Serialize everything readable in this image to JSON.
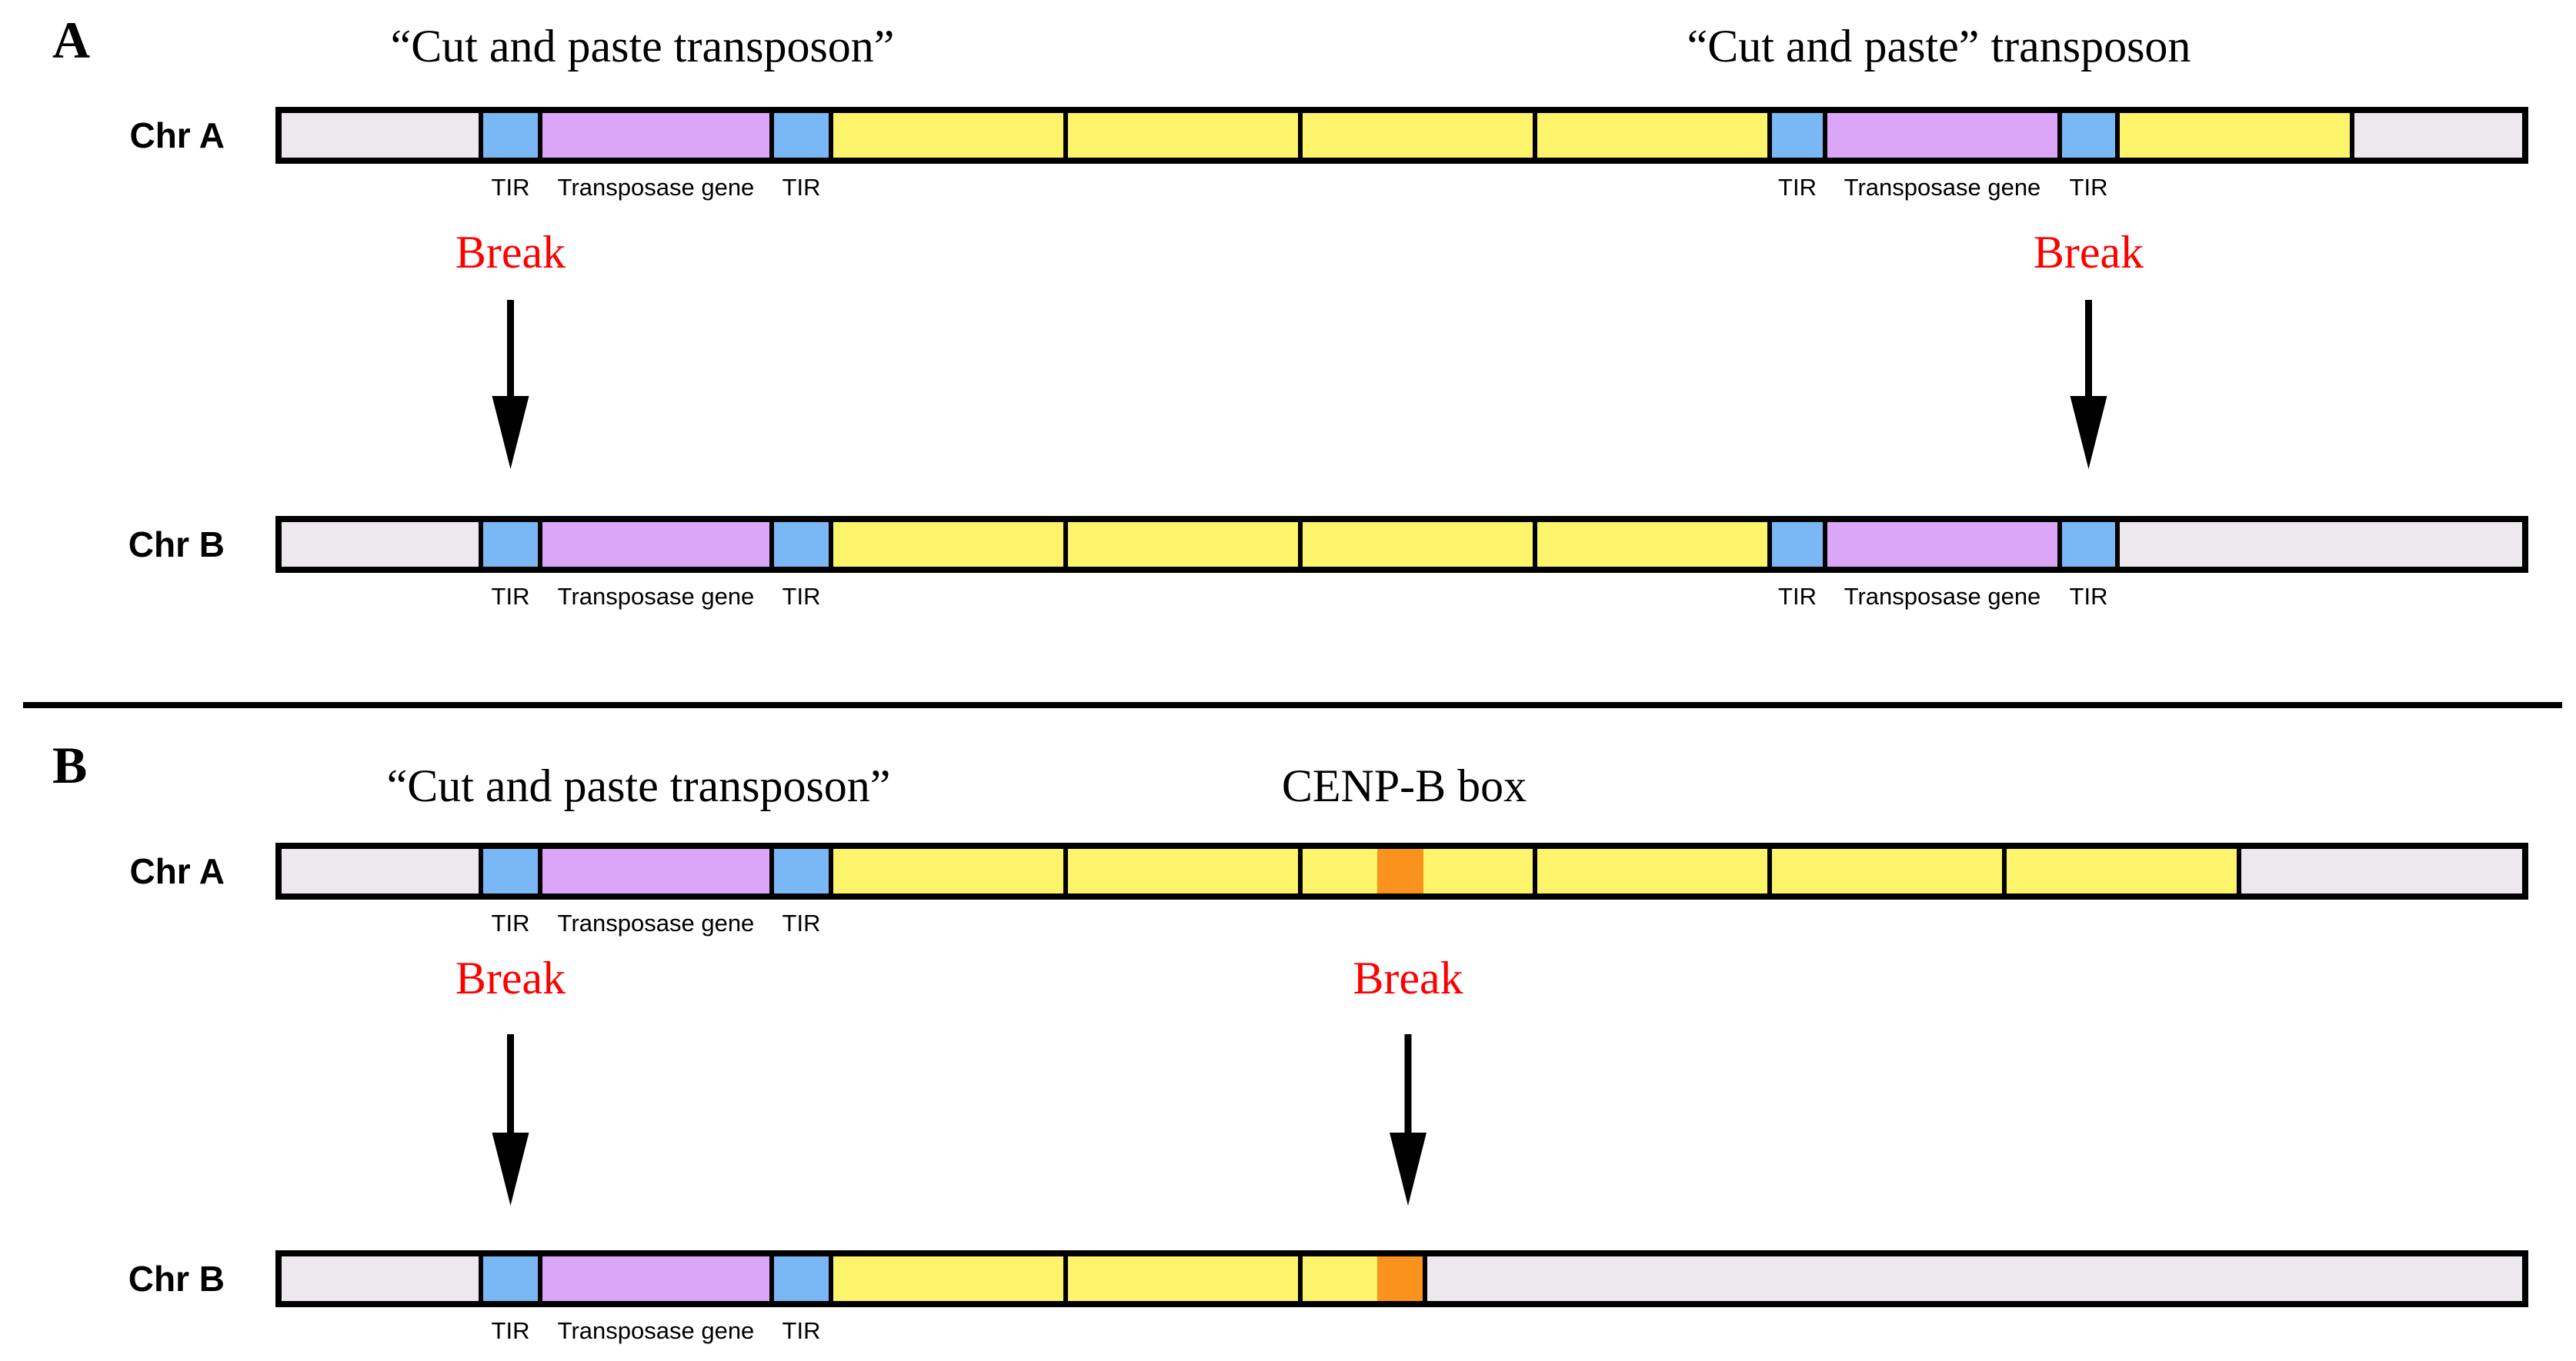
{
  "colors": {
    "flank": "#ede8ee",
    "tir": "#7ab8f5",
    "transposase": "#dca6f8",
    "satellite": "#fef46b",
    "cenpb": "#fa931e",
    "break_text": "#ff0000",
    "outline": "#000000"
  },
  "panels": [
    {
      "letter": "A",
      "titles": [
        {
          "text": "“Cut and paste transposon”",
          "col": "left"
        },
        {
          "text": "“Cut and paste” transposon",
          "col": "right"
        }
      ],
      "rows": [
        {
          "chr": "Chr A",
          "segments": [
            "flank",
            "tir",
            "transposase",
            "tir",
            "satellite",
            "satellite",
            "satellite",
            "satellite",
            "tir",
            "transposase",
            "tir",
            "satellite",
            "flank"
          ],
          "labels": [
            {
              "text": "TIR",
              "seg": 1
            },
            {
              "text": "Transposase gene",
              "seg": 2
            },
            {
              "text": "TIR",
              "seg": 3
            },
            {
              "text": "TIR",
              "seg": 8
            },
            {
              "text": "Transposase gene",
              "seg": 9
            },
            {
              "text": "TIR",
              "seg": 10
            }
          ]
        },
        {
          "chr": "Chr B",
          "segments": [
            "flank",
            "tir",
            "transposase",
            "tir",
            "satellite",
            "satellite",
            "satellite",
            "satellite",
            "tir",
            "transposase",
            "tir",
            "flank"
          ],
          "labels": [
            {
              "text": "TIR",
              "seg": 1
            },
            {
              "text": "Transposase gene",
              "seg": 2
            },
            {
              "text": "TIR",
              "seg": 3
            },
            {
              "text": "TIR",
              "seg": 8
            },
            {
              "text": "Transposase gene",
              "seg": 9
            },
            {
              "text": "TIR",
              "seg": 10
            }
          ]
        }
      ],
      "breaks": [
        {
          "label": "Break",
          "seg": 1
        },
        {
          "label": "Break",
          "seg": 10
        }
      ]
    },
    {
      "letter": "B",
      "titles": [
        {
          "text": "“Cut and paste transposon”",
          "col": "left"
        },
        {
          "text": "CENP-B box",
          "col": "mid"
        }
      ],
      "rows": [
        {
          "chr": "Chr A",
          "segments": [
            "flank",
            "tir",
            "transposase",
            "tir",
            "satellite",
            "satellite",
            "satellite-cenpb",
            "satellite",
            "satellite",
            "satellite",
            "flank"
          ],
          "labels": [
            {
              "text": "TIR",
              "seg": 1
            },
            {
              "text": "Transposase gene",
              "seg": 2
            },
            {
              "text": "TIR",
              "seg": 3
            }
          ]
        },
        {
          "chr": "Chr B",
          "segments": [
            "flank",
            "tir",
            "transposase",
            "tir",
            "satellite",
            "satellite",
            "satellite-cenpb-end",
            "flank"
          ],
          "labels": [
            {
              "text": "TIR",
              "seg": 1
            },
            {
              "text": "Transposase gene",
              "seg": 2
            },
            {
              "text": "TIR",
              "seg": 3
            }
          ]
        }
      ],
      "breaks": [
        {
          "label": "Break",
          "seg": 1
        },
        {
          "label": "Break",
          "seg": "cenpb"
        }
      ]
    }
  ]
}
